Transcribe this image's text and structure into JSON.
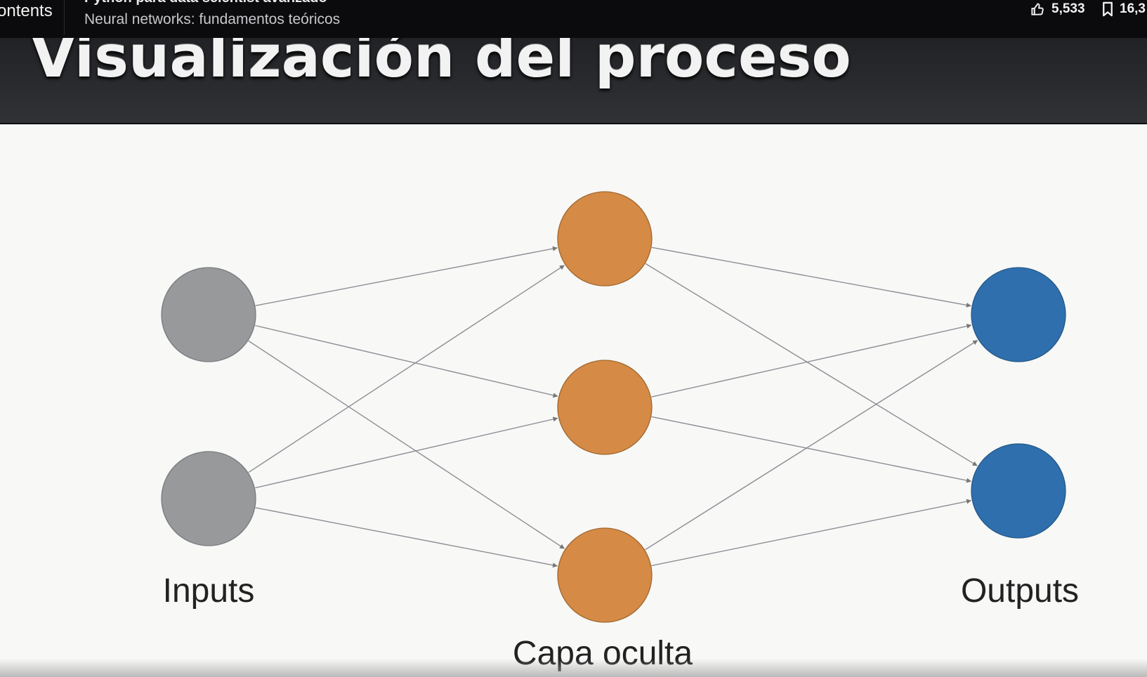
{
  "topbar": {
    "contents_label": "ontents",
    "course_title": "Python para data scientist avanzado",
    "lesson_subtitle": "Neural networks: fundamentos teóricos",
    "likes": "5,533",
    "saves": "16,3",
    "like_icon": "thumbs-up-icon",
    "save_icon": "bookmark-icon"
  },
  "slide": {
    "title": "Visualización del proceso",
    "layers": [
      {
        "name": "Inputs",
        "color": "#97999b",
        "nodes": 2
      },
      {
        "name": "Capa oculta",
        "color": "#d58a46",
        "nodes": 3
      },
      {
        "name": "Outputs",
        "color": "#2f6fae",
        "nodes": 2
      }
    ],
    "connection_color": "#8c8e94"
  }
}
